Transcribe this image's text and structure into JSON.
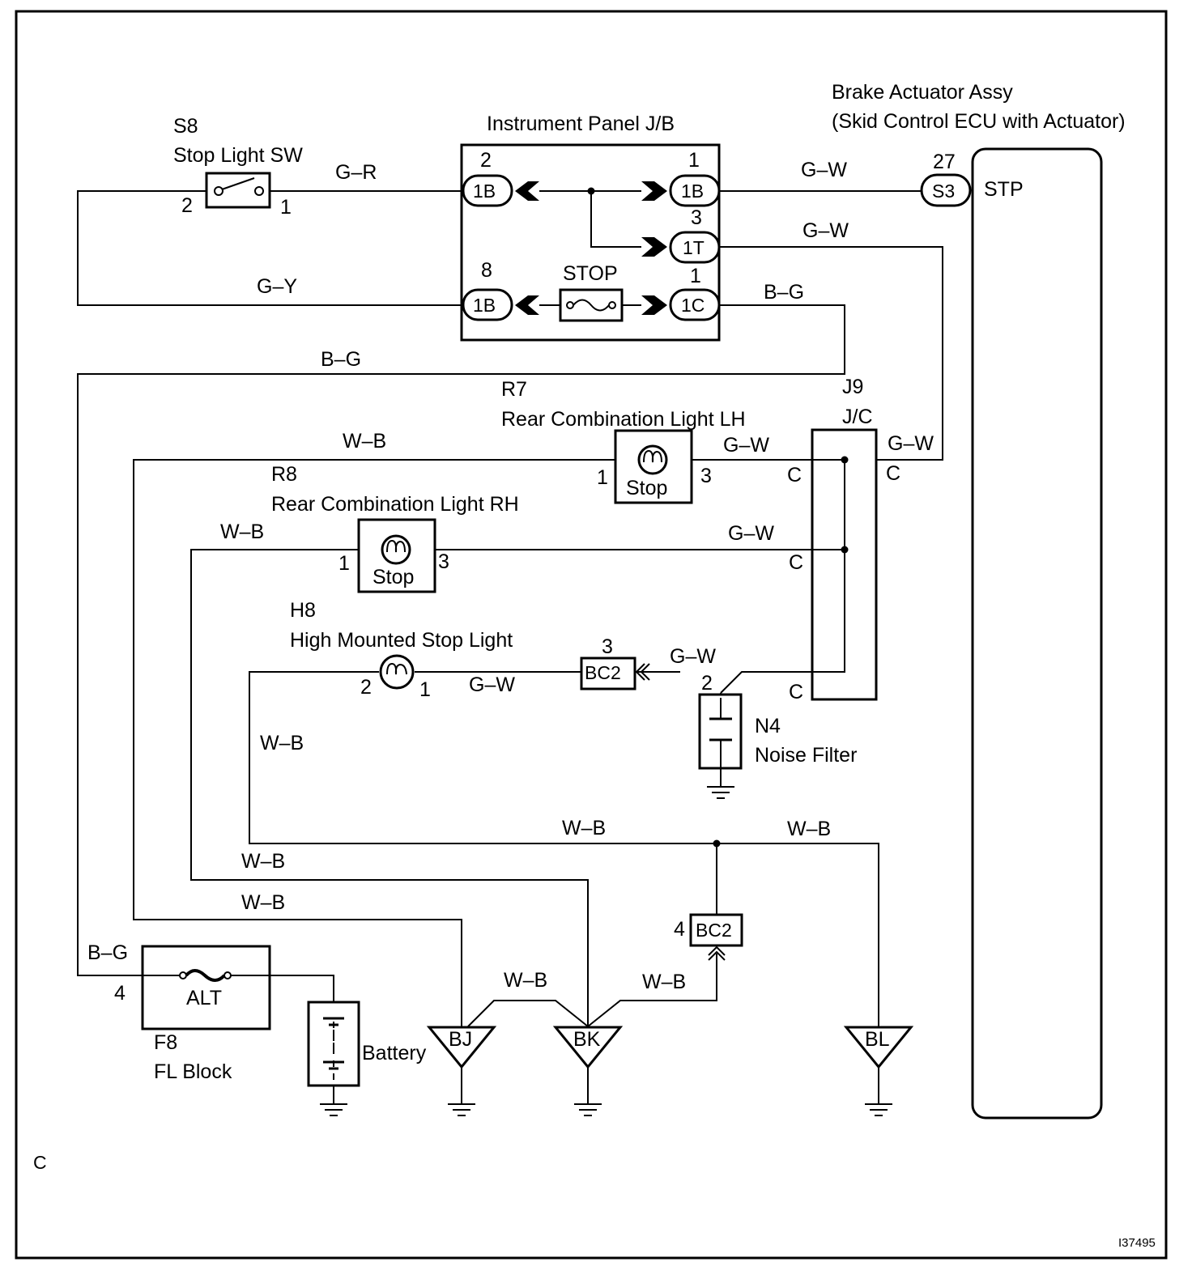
{
  "labels": {
    "s8_id": "S8",
    "s8_name": "Stop Light SW",
    "s8_pin2": "2",
    "s8_pin1": "1",
    "wire_gr": "G–R",
    "jb_title": "Instrument Panel J/B",
    "jb_pin_2": "2",
    "jb_conn_1b_a": "1B",
    "jb_pin_1a": "1",
    "jb_conn_1b_b": "1B",
    "jb_pin_3": "3",
    "jb_conn_1t": "1T",
    "jb_pin_8": "8",
    "jb_conn_1b_c": "1B",
    "jb_pin_1b": "1",
    "jb_conn_1c": "1C",
    "jb_fuse": "STOP",
    "wire_gw_1": "G–W",
    "wire_gw_2": "G–W",
    "wire_gy": "G–Y",
    "wire_bg_1": "B–G",
    "wire_bg_2": "B–G",
    "ecu_title1": "Brake Actuator Assy",
    "ecu_title2": "(Skid Control ECU with Actuator)",
    "ecu_pin": "27",
    "ecu_conn": "S3",
    "ecu_term": "STP",
    "j9_id": "J9",
    "j9_name": "J/C",
    "jc_c1": "C",
    "jc_c2": "C",
    "jc_c3": "C",
    "jc_c4": "C",
    "wire_gw_3": "G–W",
    "r7_id": "R7",
    "r7_name": "Rear Combination Light LH",
    "r7_pin1": "1",
    "r7_pin3": "3",
    "r7_text": "Stop",
    "wire_wb_1": "W–B",
    "wire_gw_4": "G–W",
    "r8_id": "R8",
    "r8_name": "Rear Combination Light RH",
    "r8_pin1": "1",
    "r8_pin3": "3",
    "r8_text": "Stop",
    "wire_wb_2": "W–B",
    "wire_gw_5": "G–W",
    "h8_id": "H8",
    "h8_name": "High Mounted Stop Light",
    "h8_pin2": "2",
    "h8_pin1": "1",
    "wire_gw_6": "G–W",
    "wire_gw_7": "G–W",
    "bc2_pin3": "3",
    "bc2_a": "BC2",
    "n4_pin2": "2",
    "n4_id": "N4",
    "n4_name": "Noise Filter",
    "wire_wb_3": "W–B",
    "wire_wb_4": "W–B",
    "wire_wb_5": "W–B",
    "wire_wb_6": "W–B",
    "wire_wb_7": "W–B",
    "bc2_pin4": "4",
    "bc2_b": "BC2",
    "wire_bg_3": "B–G",
    "f8_pin4": "4",
    "f8_fuse": "ALT",
    "f8_id": "F8",
    "f8_name": "FL Block",
    "battery": "Battery",
    "wire_wb_8": "W–B",
    "wire_wb_9": "W–B",
    "gnd_bj": "BJ",
    "gnd_bk": "BK",
    "gnd_bl": "BL",
    "corner_c": "C",
    "fig_id": "I37495"
  }
}
